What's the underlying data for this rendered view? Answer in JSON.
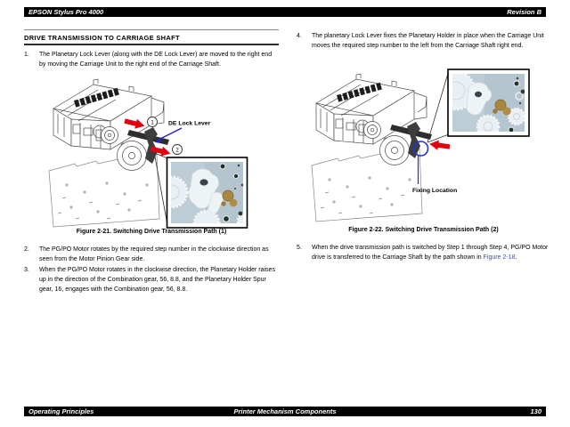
{
  "header": {
    "title": "EPSON Stylus Pro 4000",
    "revision": "Revision B"
  },
  "section": {
    "title": "DRIVE TRANSMISSION TO CARRIAGE SHAFT"
  },
  "steps": [
    {
      "num": "1.",
      "text": "The Planetary Lock Lever (along with the DE Lock Lever) are moved to the right end by moving the Carriage Unit to the right end of the Carriage Shaft."
    },
    {
      "num": "2.",
      "text": "The PG/PO Motor rotates by the required step number in the clockwise direction as seen from the Motor Pinion Gear side."
    },
    {
      "num": "3.",
      "text": "When the PG/PO Motor rotates in the clockwise direction, the Planetary Holder raises up in the direction of the Combination gear, 56, 8.8, and the Planetary Holder Spur gear, 16, engages with the Combination gear, 56, 8.8."
    },
    {
      "num": "4.",
      "text": "The planetary Lock Lever fixes the Planetary Holder in place when the Carriage Unit moves the required step number to the left from the Carriage Shaft right end."
    },
    {
      "num": "5.",
      "pre": "When the drive transmission path is switched by Step 1 through Step 4, PG/PO Motor drive is transferred to the Carriage Shaft by the path shown in ",
      "link": "Figure 2-18",
      "post": "."
    }
  ],
  "figure1": {
    "caption": "Figure 2-21. Switching Drive Transmission Path (1)",
    "callout1": "1",
    "callout2": "2",
    "label": "DE Lock Lever"
  },
  "figure2": {
    "caption": "Figure 2-22. Switching Drive Transmission Path (2)",
    "label": "Fixing Location"
  },
  "footer": {
    "left": "Operating Principles",
    "center": "Printer Mechanism Components",
    "page": "130"
  },
  "colors": {
    "arrow_red": "#e3000f",
    "annotation_blue": "#2222cc",
    "link_blue": "#2f4fd8",
    "photo_bg": "#b4c5cf",
    "brass": "#aa873f"
  }
}
